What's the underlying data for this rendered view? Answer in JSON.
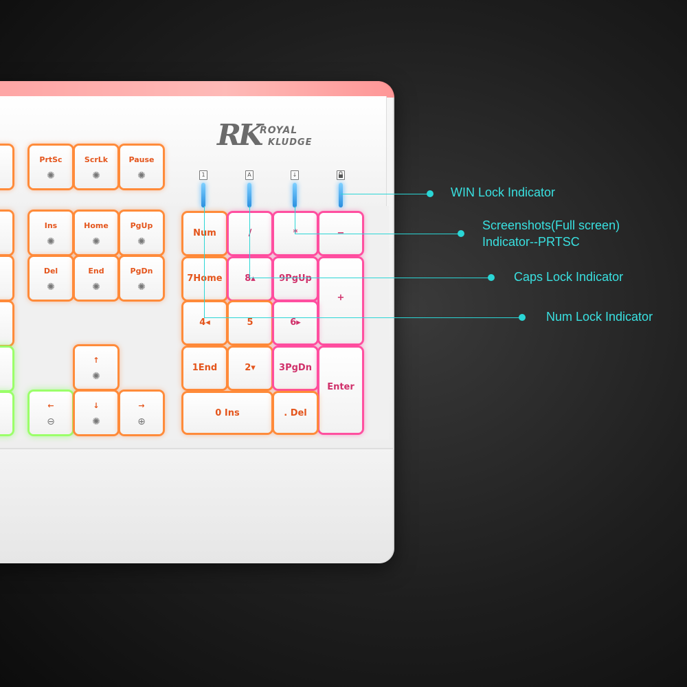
{
  "logo": {
    "rk": "RK",
    "royal": "ROYAL",
    "kludge": "KLUDGE"
  },
  "indicator_icons": [
    "1",
    "A",
    "↓",
    "🔒"
  ],
  "nav_cluster": {
    "top_row": [
      {
        "label": "PrtSc",
        "icon": "sun-icon"
      },
      {
        "label": "ScrLk",
        "icon": "sun-icon"
      },
      {
        "label": "Pause",
        "icon": "sun-icon"
      }
    ],
    "mid_row1": [
      {
        "label": "Ins",
        "icon": "sun-icon"
      },
      {
        "label": "Home",
        "icon": "sun-icon"
      },
      {
        "label": "PgUp",
        "icon": "sun-icon"
      }
    ],
    "mid_row2": [
      {
        "label": "Del",
        "icon": "sun-icon"
      },
      {
        "label": "End",
        "icon": "sun-icon"
      },
      {
        "label": "PgDn",
        "icon": "sun-icon"
      }
    ],
    "arrows": {
      "up": "↑",
      "left": "←",
      "down": "↓",
      "right": "→"
    },
    "arrow_subs": {
      "up": "✺",
      "left": "⊖",
      "down": "✺",
      "right": "⊕"
    }
  },
  "numpad": {
    "row1": [
      "Num",
      "/",
      "*",
      "−"
    ],
    "row2": [
      "7Home",
      "8▴",
      "9PgUp"
    ],
    "row3": [
      "4◂",
      "5",
      "6▸"
    ],
    "row4": [
      "1End",
      "2▾",
      "3PgDn"
    ],
    "zero": "0 Ins",
    "dot": ". Del",
    "plus": "+",
    "enter": "Enter"
  },
  "callouts": {
    "win_lock": "WIN Lock Indicator",
    "screenshot_line1": "Screenshots(Full screen)",
    "screenshot_line2": "Indicator--PRTSC",
    "caps_lock": "Caps Lock Indicator",
    "num_lock": "Num Lock Indicator"
  },
  "colors": {
    "background": "#1e1e1e",
    "keyboard_body": "#f0f0f0",
    "backlight_orange": "#ff8b3a",
    "backlight_pink": "#ff4fa0",
    "backlight_green": "#9bff6a",
    "indicator_led": "#2a8fe0",
    "callout": "#2ad6d6"
  }
}
